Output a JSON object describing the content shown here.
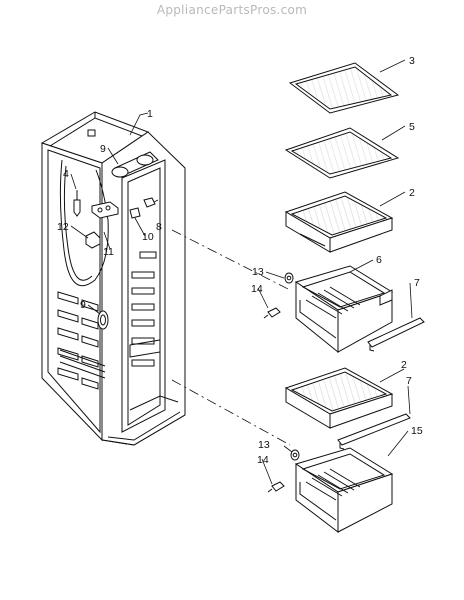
{
  "watermark": "AppliancePartsPros.com",
  "callouts": {
    "c1": "1",
    "c2a": "2",
    "c2b": "2",
    "c3": "3",
    "c4": "4",
    "c5": "5",
    "c6": "6",
    "c7a": "7",
    "c7b": "7",
    "c8": "8",
    "c9a": "9",
    "c9b": "9",
    "c10": "10",
    "c11": "11",
    "c12": "12",
    "c13a": "13",
    "c13b": "13",
    "c14a": "14",
    "c14b": "14",
    "c15": "15"
  }
}
